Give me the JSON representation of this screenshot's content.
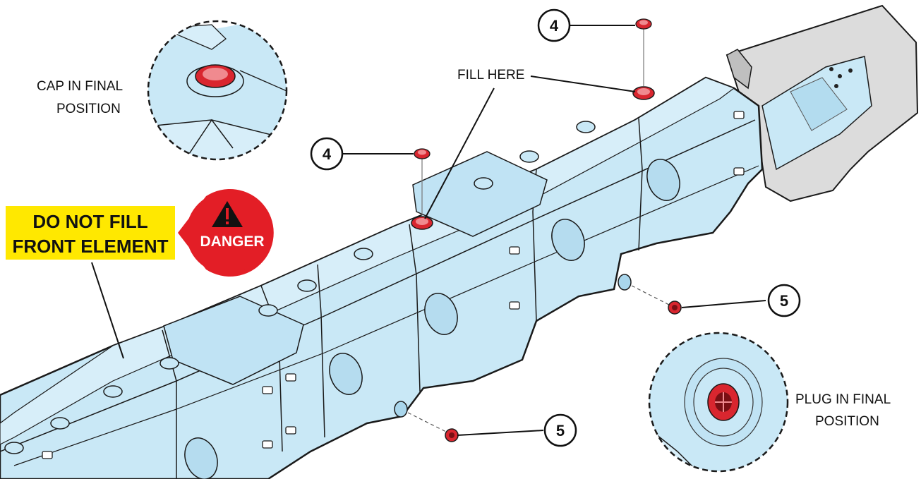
{
  "labels": {
    "cap_final": [
      "CAP IN FINAL",
      "POSITION"
    ],
    "fill_here": "FILL HERE",
    "warning": [
      "DO NOT FILL",
      "FRONT ELEMENT"
    ],
    "danger": "DANGER",
    "plug_final": [
      "PLUG IN FINAL",
      "POSITION"
    ]
  },
  "callouts": {
    "cap_top": "4",
    "cap_mid": "4",
    "plug_right": "5",
    "plug_bottom": "5"
  },
  "colors": {
    "barrier": "#c9e8f6",
    "barrier_dark": "#a9d6ec",
    "outline": "#1a1a1a",
    "cap_red": "#d9262f",
    "cap_pink": "#f08a8f",
    "warning_yellow": "#ffe800",
    "danger_red": "#e31e26",
    "end_terminal": "#d9d9d9"
  },
  "icons": {
    "danger": "warning-triangle-icon",
    "cap": "fill-cap-icon",
    "plug": "drain-plug-icon"
  }
}
